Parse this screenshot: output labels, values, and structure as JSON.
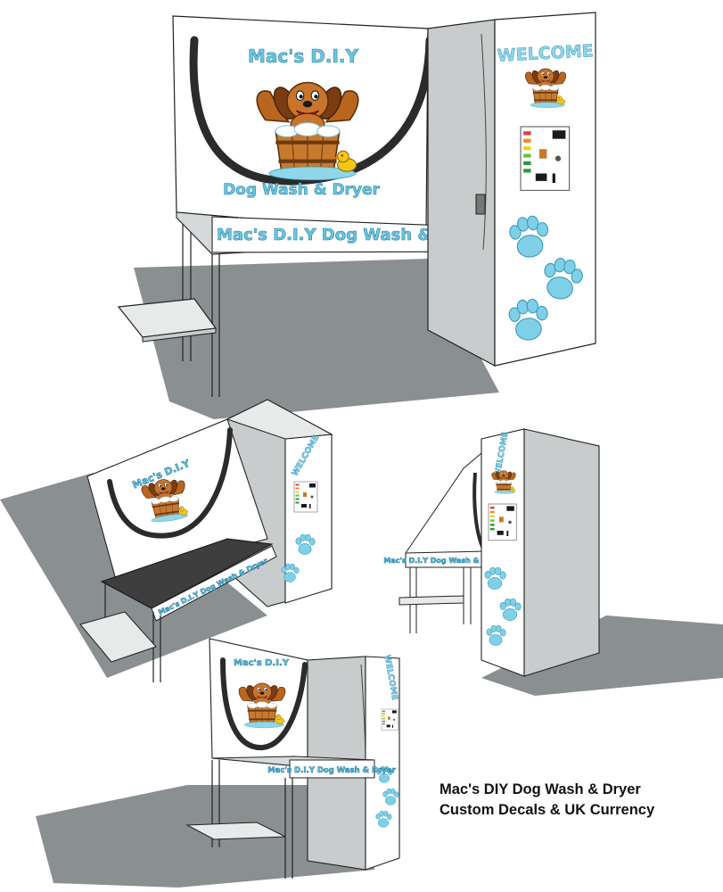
{
  "signage": {
    "logo_top": "Mac's D.I.Y",
    "logo_bottom": "Dog Wash & Dryer",
    "banner": "Mac's D.I.Y Dog Wash & Dryer",
    "welcome": "WELCOME"
  },
  "caption": {
    "line1": "Mac's DIY Dog Wash & Dryer",
    "line2": "Custom Decals & UK Currency"
  },
  "colors": {
    "decal_blue": "#6cc7e0",
    "decal_outline": "#2a7fa6",
    "panel_white": "#ffffff",
    "panel_shadow": "#c9cccd",
    "ground_shadow": "#8a9091",
    "hose": "#2b2b2b",
    "tub_mat": "#3e3e3e",
    "dog_brown": "#b8651e",
    "tub_wood": "#c77a2e",
    "duck": "#f5c518"
  },
  "icons": {
    "paw": "paw-print-icon",
    "dog": "dog-mascot-icon",
    "duck": "rubber-duck-icon",
    "tub": "wash-tub-icon"
  }
}
